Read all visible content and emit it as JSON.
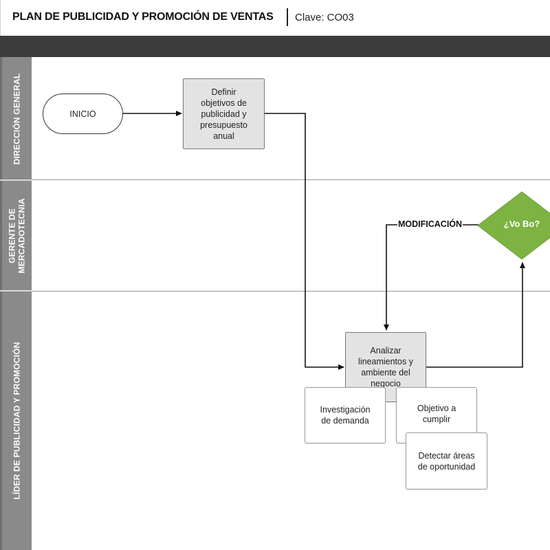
{
  "header": {
    "title": "PLAN DE PUBLICIDAD Y PROMOCIÓN DE VENTAS",
    "key": "Clave: CO03"
  },
  "lanes": [
    {
      "label_lines": [
        "DIRECCIÓN GENERAL"
      ]
    },
    {
      "label_lines": [
        "GERENTE DE",
        "MERCADOTECNIA"
      ]
    },
    {
      "label_lines": [
        "LÍDER DE PUBLICIDAD Y PROMOCIÓN"
      ]
    }
  ],
  "nodes": {
    "inicio": {
      "lines": [
        "INICIO"
      ]
    },
    "definir": {
      "lines": [
        "Definir",
        "objetivos de",
        "publicidad y",
        "presupuesto",
        "anual"
      ]
    },
    "analizar": {
      "lines": [
        "Analizar",
        "lineamientos y",
        "ambiente del",
        "negocio"
      ]
    },
    "decision": {
      "label": "¿Vo Bo?"
    },
    "investigacion": {
      "lines": [
        "Investigación",
        "de demanda"
      ]
    },
    "objetivo": {
      "lines": [
        "Objetivo a",
        "cumplir"
      ]
    },
    "detectar": {
      "lines": [
        "Detectar áreas",
        "de oportunidad"
      ]
    }
  },
  "edge_labels": {
    "modificacion": "MODIFICACIÓN"
  },
  "colors": {
    "decision_fill": "#7cb342",
    "process_fill": "#e3e3e3",
    "lane_strip": "#8a8a8a",
    "top_bar": "#3c3c3c"
  }
}
